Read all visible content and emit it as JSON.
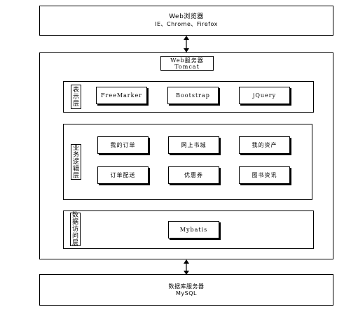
{
  "browser": {
    "title": "Web浏览器",
    "subtitle": "IE、Chrome、Firefox"
  },
  "server": {
    "title": "Web服务器",
    "subtitle": "Tomcat"
  },
  "presentation": {
    "label": [
      "表",
      "示",
      "层"
    ],
    "items": [
      "FreeMarker",
      "Bootstrap",
      "jQuery"
    ]
  },
  "business": {
    "label": [
      "业",
      "务",
      "逻",
      "辑",
      "层"
    ],
    "items": [
      "我的订单",
      "网上书城",
      "我的资产",
      "订单配送",
      "优惠券",
      "图书资讯"
    ]
  },
  "data_access": {
    "label": [
      "数",
      "据",
      "访",
      "问",
      "层"
    ],
    "items": [
      "Mybatis"
    ]
  },
  "database": {
    "title": "数据库服务器",
    "subtitle": "MySQL"
  }
}
